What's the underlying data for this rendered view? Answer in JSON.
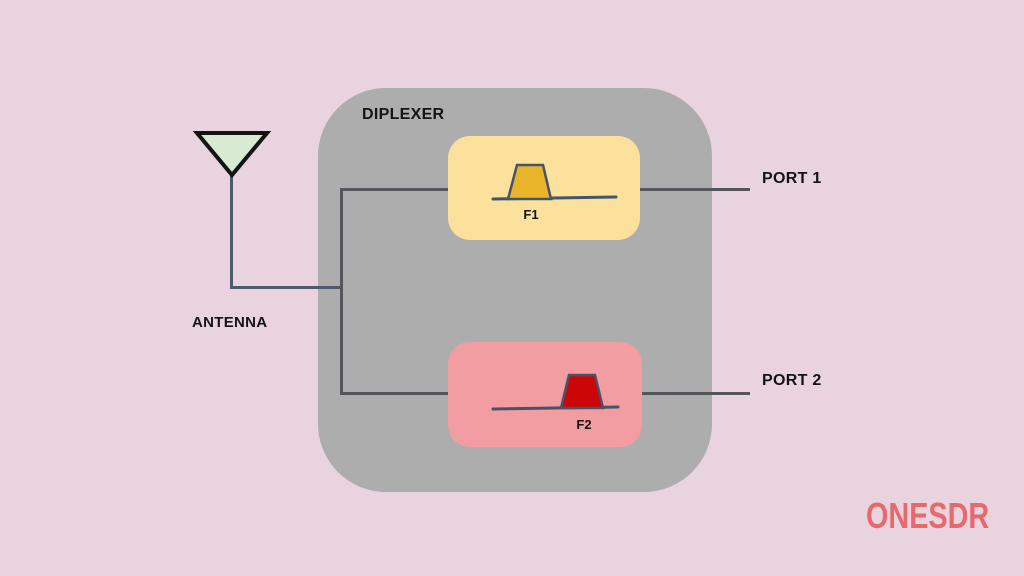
{
  "diagram": {
    "title": "DIPLEXER",
    "antenna_label": "ANTENNA",
    "filter1_label": "F1",
    "filter2_label": "F2",
    "port1_label": "PORT 1",
    "port2_label": "PORT 2"
  },
  "watermark": {
    "text": "ONESDR"
  },
  "colors": {
    "background": "#e9d3de",
    "diplexer_fill": "#adadad",
    "filter1_fill": "#fce19d",
    "filter2_fill": "#f19da1",
    "passband1_fill": "#e9b42a",
    "passband2_fill": "#cc0607",
    "spectrum_stroke": "#44546a",
    "wire": "#55565c",
    "antenna_wire": "#4e5a6c",
    "antenna_fill": "#d7ebd3",
    "antenna_stroke": "#141414",
    "text": "#141414",
    "watermark_color": "#e7696b"
  }
}
